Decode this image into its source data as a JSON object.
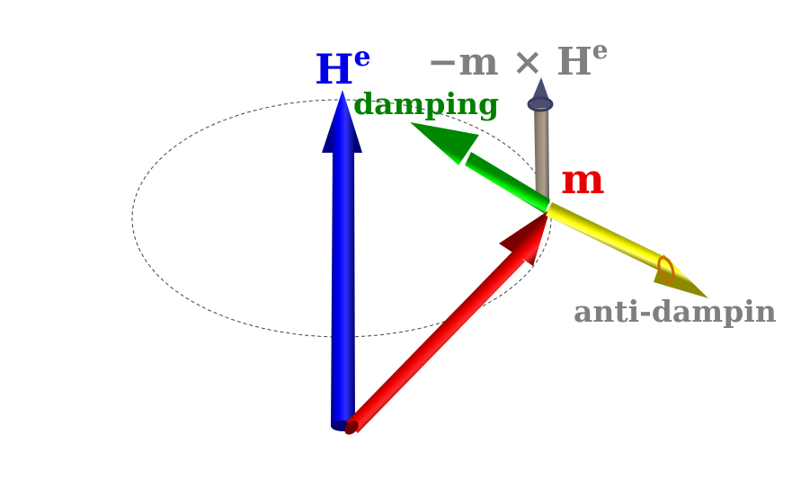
{
  "labels": {
    "field": "H",
    "field_superscript": "e",
    "magnetization": "m",
    "precession_prefix": "−m × H",
    "precession_superscript": "e",
    "damping": "damping",
    "anti_damping": "anti-dampin"
  },
  "colors": {
    "field": "#0000ff",
    "magnetization": "#dd0000",
    "damping": "#00cc00",
    "anti_damping": "#e6e600",
    "precession": "#808080",
    "precession_path": "#444444",
    "label_field": "#0000e6",
    "label_magnetization": "#e60000",
    "label_damping": "#008000",
    "label_gray": "#7f7f7f"
  },
  "icons": {
    "field": "arrow-up-icon",
    "magnetization": "arrow-diagonal-icon",
    "damping": "arrow-left-icon",
    "anti_damping": "arrow-right-icon",
    "precession": "arrow-up-icon"
  }
}
